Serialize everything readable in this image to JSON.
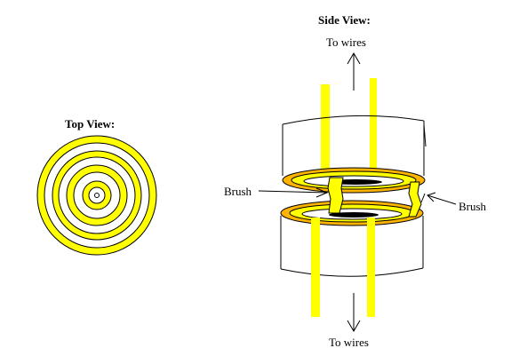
{
  "labels": {
    "top_view": "Top View:",
    "side_view": "Side View:",
    "to_wires_top": "To wires",
    "to_wires_bottom": "To wires",
    "brush_left": "Brush",
    "brush_right": "Brush"
  },
  "colors": {
    "ring_yellow": "#ffff00",
    "ring_orange": "#ffb400",
    "outline": "#000000",
    "background": "#ffffff"
  }
}
